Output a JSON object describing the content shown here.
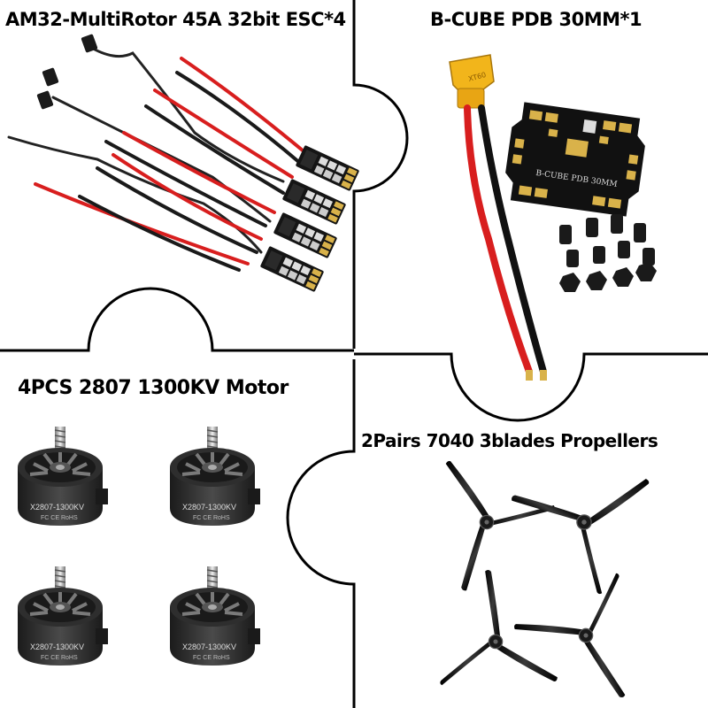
{
  "titles": {
    "esc": "AM32-MultiRotor 45A 32bit ESC*4",
    "pdb": "B-CUBE PDB 30MM*1",
    "motor": "4PCS 2807 1300KV Motor",
    "propellers": "2Pairs 7040 3blades Propellers"
  },
  "labels": {
    "pdb_board": "B-CUBE PDB 30MM",
    "xt60_connector": "XT60",
    "motor_model": "X2807-1300KV",
    "motor_marks": "FC CE RoHS"
  },
  "colors": {
    "divider": "#000000",
    "wire_red": "#d81e1e",
    "wire_black": "#1a1a1a",
    "connector_yellow": "#f2b51b",
    "board_black": "#111111",
    "pad_gold": "#d9b24a",
    "motor_dark": "#2a2a2a",
    "propeller": "#0d0d0d"
  }
}
